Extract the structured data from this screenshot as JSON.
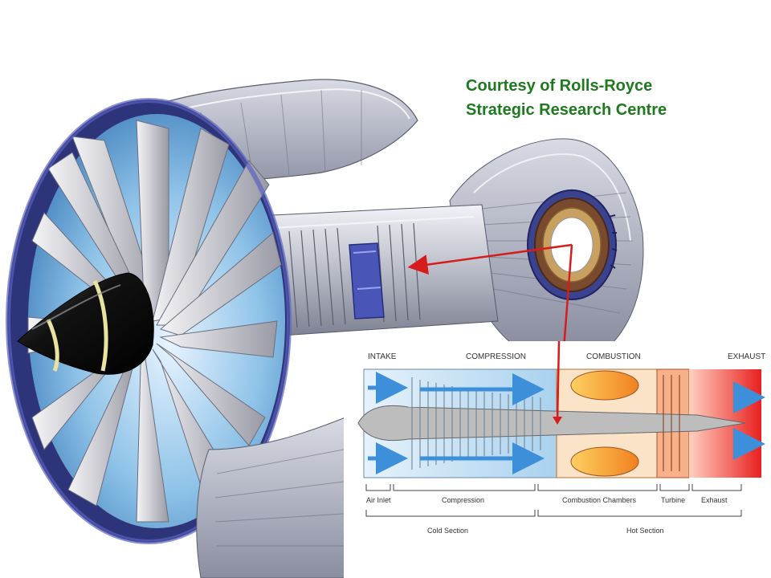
{
  "credit": {
    "line1": "Courtesy of Rolls-Royce",
    "line2": "Strategic Research Centre"
  },
  "inset": {
    "stages": [
      "INTAKE",
      "COMPRESSION",
      "COMBUSTION",
      "EXHAUST"
    ],
    "sections": [
      "Air Inlet",
      "Compression",
      "Combustion Chambers",
      "Turbine",
      "Exhaust"
    ],
    "groups": [
      "Cold Section",
      "Hot Section"
    ]
  },
  "colors": {
    "credit_text": "#1e7a1e",
    "arrow": "#d61c1c",
    "nacelle_blue": "#3a3f8a",
    "nosecone": "#111111",
    "nose_stripe": "#e8e4a0",
    "flow_blue": "#3d8fd9",
    "combustion_orange": "#f08020",
    "exhaust_red": "#e82020"
  },
  "icons": [
    "engine-cutaway-illustration",
    "combustor-ring-illustration",
    "pointer-arrow"
  ]
}
